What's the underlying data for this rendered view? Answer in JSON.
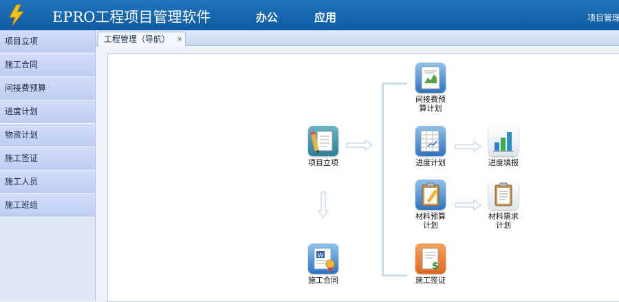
{
  "header": {
    "app_title": "EPRO工程项目管理软件",
    "nav": [
      "办公",
      "应用"
    ],
    "right_text": "项目管理"
  },
  "sidebar": {
    "items": [
      "项目立项",
      "施工合同",
      "间接费预算",
      "进度计划",
      "物资计划",
      "施工签证",
      "施工人员",
      "施工班组"
    ]
  },
  "tabs": [
    {
      "label": "工程管理（导航）"
    }
  ],
  "flow": {
    "nodes": {
      "project": "项目立项",
      "contract": "施工合同",
      "indirect_budget": "间接费预\n算计划",
      "schedule_plan": "进度计划",
      "schedule_report": "进度填报",
      "material_budget": "材料预算\n计划",
      "material_demand": "材料需求\n计划",
      "visa": "施工签证"
    }
  },
  "colors": {
    "header": "#1565ad",
    "sidebar_item": "#c9d6f5",
    "connector": "#c8dcea"
  },
  "icons": {
    "logo": "lightning-bolt-icon",
    "project": "document-pencil-icon",
    "contract": "word-certificate-icon",
    "indirect_budget": "chart-document-icon",
    "schedule_plan": "spreadsheet-icon",
    "schedule_report": "bar-chart-icon",
    "material_budget": "clipboard-pencil-icon",
    "material_demand": "clipboard-list-icon",
    "visa": "document-dollar-icon"
  }
}
